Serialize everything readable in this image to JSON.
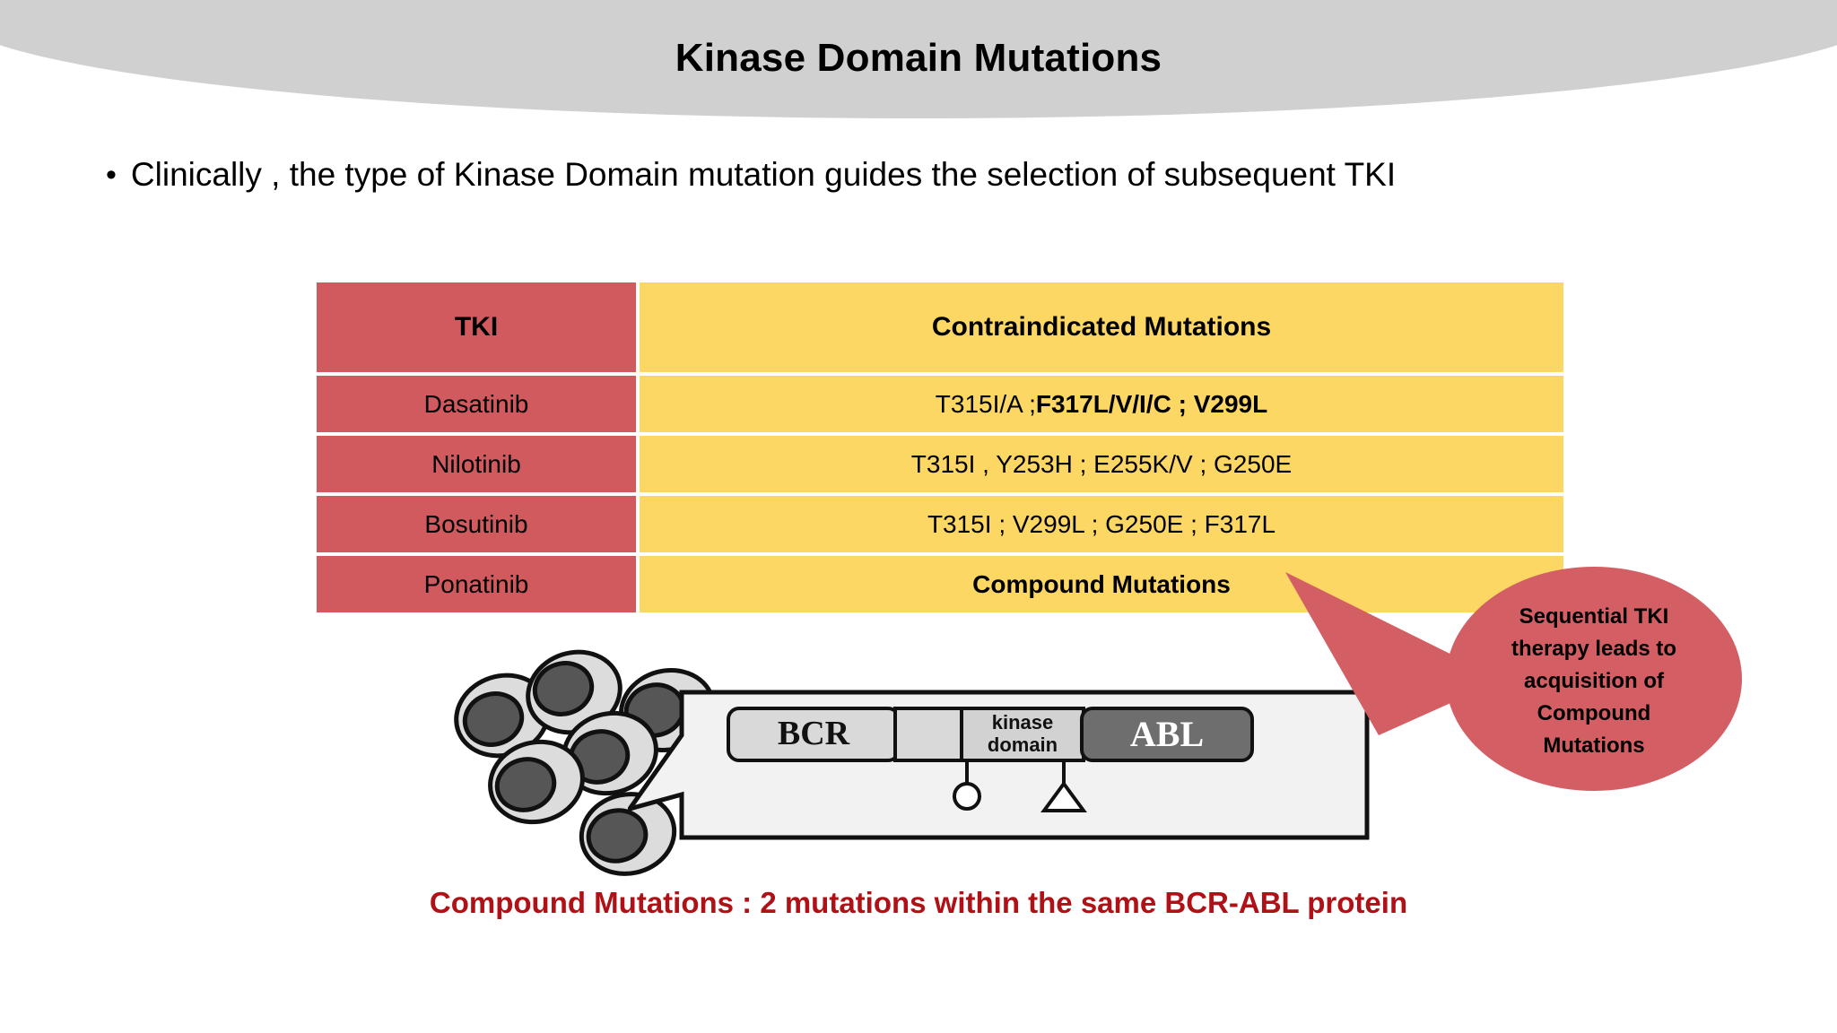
{
  "slide": {
    "title": "Kinase Domain Mutations",
    "bullet_marker": "•",
    "bullet_text": "Clinically , the type of Kinase Domain mutation guides the selection of subsequent TKI",
    "caption": "Compound Mutations : 2 mutations within the same BCR-ABL protein"
  },
  "table": {
    "headers": [
      "TKI",
      "Contraindicated Mutations"
    ],
    "rows": [
      {
        "tki": "Dasatinib",
        "mutations_plain": "T315I/A ; ",
        "mutations_bold": "F317L/V/I/C ; V299L",
        "all_bold": false
      },
      {
        "tki": "Nilotinib",
        "mutations_plain": "T315I , Y253H ; E255K/V ; G250E",
        "mutations_bold": "",
        "all_bold": false
      },
      {
        "tki": "Bosutinib",
        "mutations_plain": "T315I ; V299L ; G250E ; F317L",
        "mutations_bold": "",
        "all_bold": false
      },
      {
        "tki": "Ponatinib",
        "mutations_plain": "",
        "mutations_bold": "Compound Mutations",
        "all_bold": true
      }
    ]
  },
  "callout": {
    "lines": [
      "Sequential TKI",
      "therapy leads to",
      "acquisition of",
      "Compound",
      "Mutations"
    ],
    "full_text": "Sequential TKI therapy leads to acquisition of Compound Mutations"
  },
  "diagram": {
    "bcr_label": "BCR",
    "kinase_label_line1": "kinase",
    "kinase_label_line2": "domain",
    "abl_label": "ABL",
    "cell_count": 6,
    "marker_circle": "circle-mutation-marker",
    "marker_triangle": "triangle-mutation-marker"
  },
  "colors": {
    "header_band": "#d0d0d0",
    "table_tki_cell": "#d15a5e",
    "table_mutation_cell": "#fcd764",
    "bubble": "#d35e63",
    "caption_red": "#b01116",
    "abl_box": "#6e6e6e",
    "bcr_box": "#d9d9d9"
  }
}
